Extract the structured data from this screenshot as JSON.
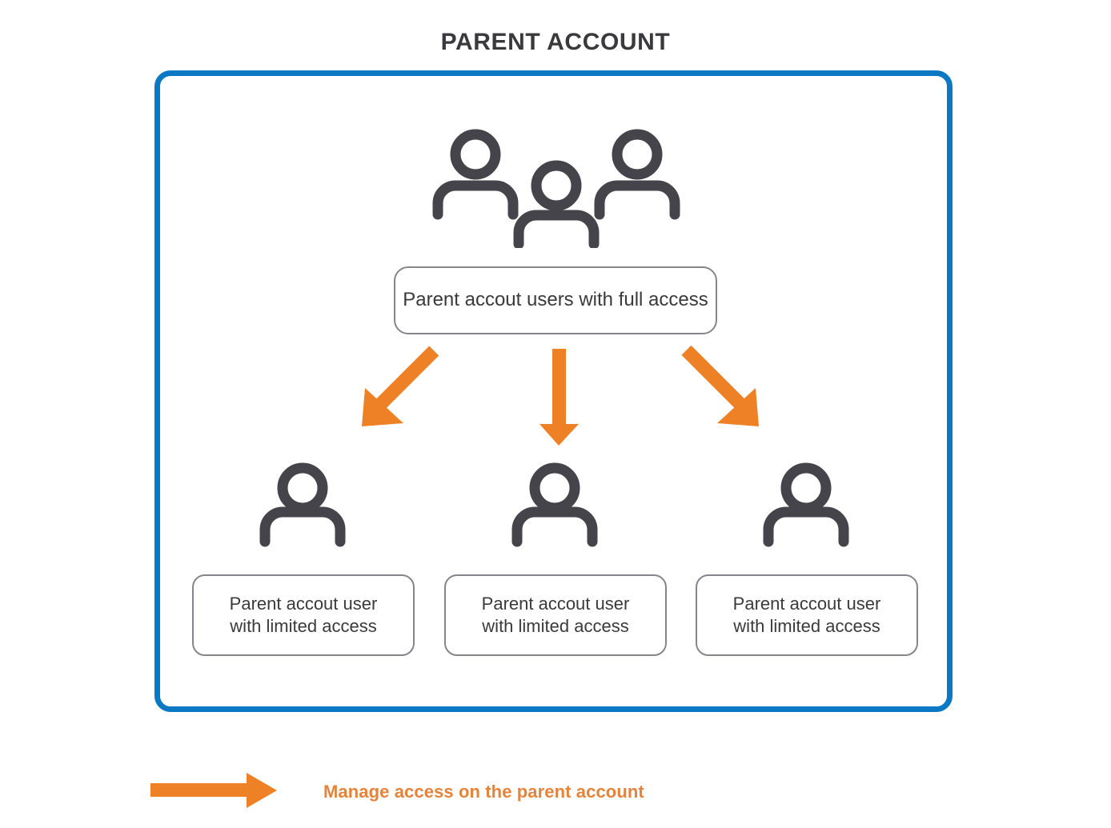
{
  "title": "PARENT ACCOUNT",
  "colors": {
    "container_border": "#0a78c2",
    "arrow_orange": "#ee8026",
    "legend_text": "#e5833a",
    "icon_gray": "#44444a",
    "box_border": "#85858c",
    "text_dark": "#3a3a3c",
    "background": "#ffffff"
  },
  "diagram": {
    "type": "hierarchy",
    "parent": {
      "icon": "group-users-icon",
      "label": "Parent accout users with full access"
    },
    "children": [
      {
        "icon": "user-icon",
        "label": "Parent accout user\nwith limited access"
      },
      {
        "icon": "user-icon",
        "label": "Parent accout user\nwith limited access"
      },
      {
        "icon": "user-icon",
        "label": "Parent accout user\nwith limited access"
      }
    ],
    "connectors": [
      {
        "name": "arrow-left",
        "direction": "down-left",
        "color": "#ee8026"
      },
      {
        "name": "arrow-down",
        "direction": "down",
        "color": "#ee8026"
      },
      {
        "name": "arrow-right",
        "direction": "down-right",
        "color": "#ee8026"
      }
    ]
  },
  "legend": {
    "arrow_icon": "right-arrow-icon",
    "label": "Manage access on the parent account"
  }
}
